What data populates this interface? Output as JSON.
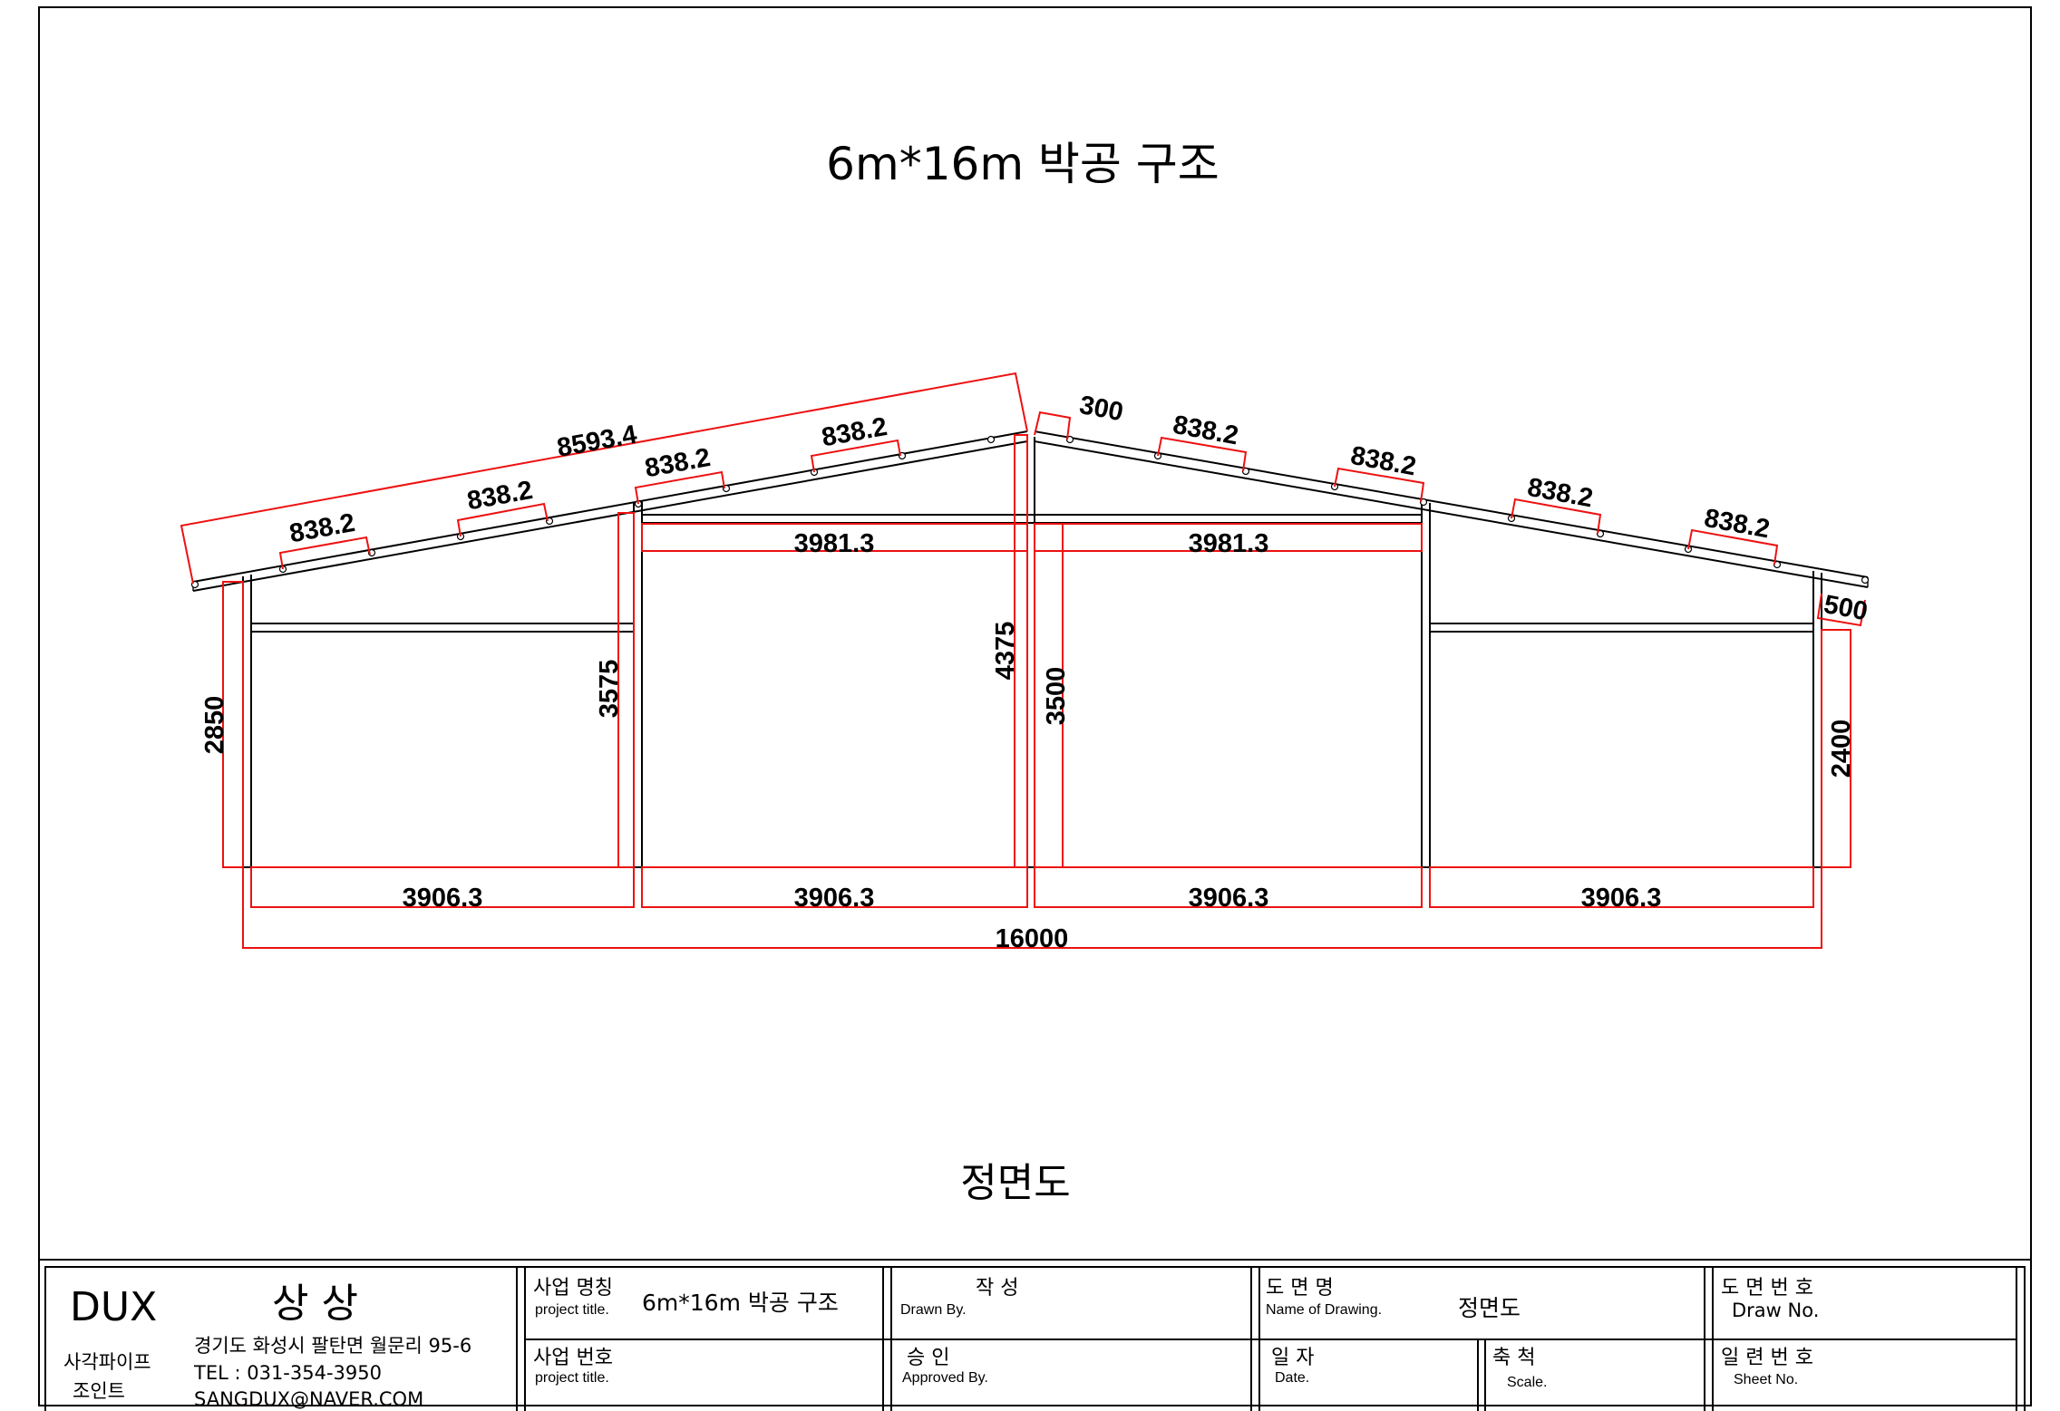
{
  "drawing": {
    "title": "6m*16m  박공 구조",
    "view_label": "정면도"
  },
  "dimensions": {
    "roof_slope_total": "8593.4",
    "roof_segment": "838.2",
    "ridge_offset": "300",
    "eave_overhang": "500",
    "upper_span": "3981.3",
    "bay_width": "3906.3",
    "total_width": "16000",
    "left_wall_height": "2850",
    "mid_column_height": "3575",
    "ridge_height": "4375",
    "inner_column_height": "3500",
    "right_wall_height": "2400"
  },
  "title_block": {
    "brand": "DUX",
    "company_name": "상 상",
    "product": "사각파이프",
    "product2": "조인트",
    "address": "경기도 화성시 팔탄면 월문리 95-6",
    "tel": "TEL : 031-354-3950",
    "email": "SANGDUX@NAVER.COM",
    "project_title_label": "사업 명칭",
    "project_title_sub": "project title.",
    "project_title_value": "6m*16m  박공 구조",
    "project_no_label": "사업 번호",
    "project_no_sub": "project title.",
    "drawn_label": "작   성",
    "drawn_sub": "Drawn By.",
    "approved_label": "승   인",
    "approved_sub": "Approved By.",
    "drawing_name_label": "도 면 명",
    "drawing_name_sub": "Name of Drawing.",
    "drawing_name_value": "정면도",
    "date_label": "일 자",
    "date_sub": "Date.",
    "scale_label": "축 척",
    "scale_sub": "Scale.",
    "drawing_no_label": "도 면 번 호",
    "drawing_no_sub": "Draw No.",
    "sheet_no_label": "일 련 번 호",
    "sheet_no_sub": "Sheet No."
  },
  "colors": {
    "dimension_lines": "#ee1111",
    "structure_lines": "#000000"
  }
}
